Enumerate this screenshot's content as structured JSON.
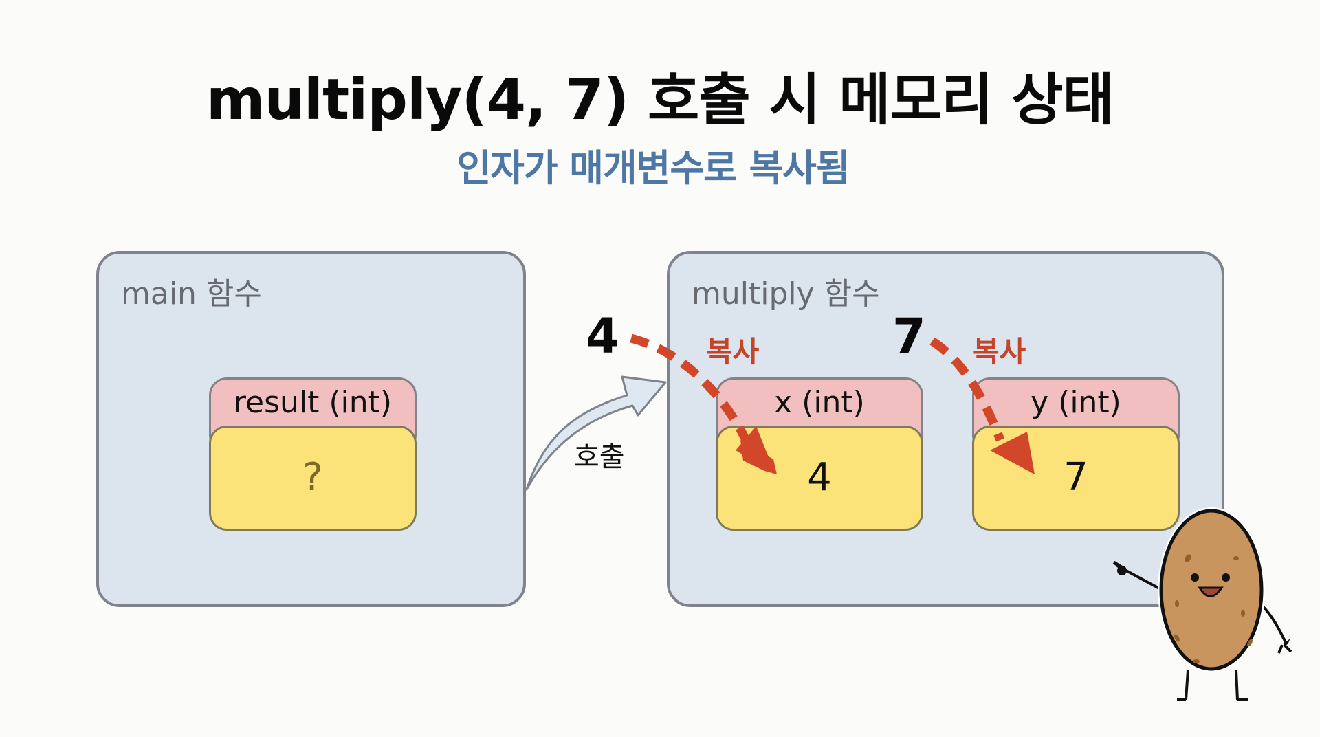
{
  "header": {
    "title": "multiply(4, 7) 호출 시 메모리 상태",
    "subtitle": "인자가 매개변수로 복사됨"
  },
  "frames": {
    "main": {
      "label": "main 함수",
      "variables": [
        {
          "name": "result (int)",
          "value": "?"
        }
      ]
    },
    "multiply": {
      "label": "multiply 함수",
      "variables": [
        {
          "name": "x (int)",
          "value": "4"
        },
        {
          "name": "y (int)",
          "value": "7"
        }
      ]
    }
  },
  "call_arrow": {
    "label": "호출"
  },
  "arguments": [
    {
      "value": "4",
      "copy_label": "복사"
    },
    {
      "value": "7",
      "copy_label": "복사"
    }
  ],
  "colors": {
    "frame_bg": "#dce4ee",
    "frame_border": "#7f838b",
    "var_header": "#f1bfbf",
    "var_value": "#fbe37a",
    "copy_arrow": "#d2462a",
    "subtitle": "#4e77a3",
    "mascot_body": "#c9955e"
  },
  "mascot": {
    "description": "potato character pointing"
  }
}
